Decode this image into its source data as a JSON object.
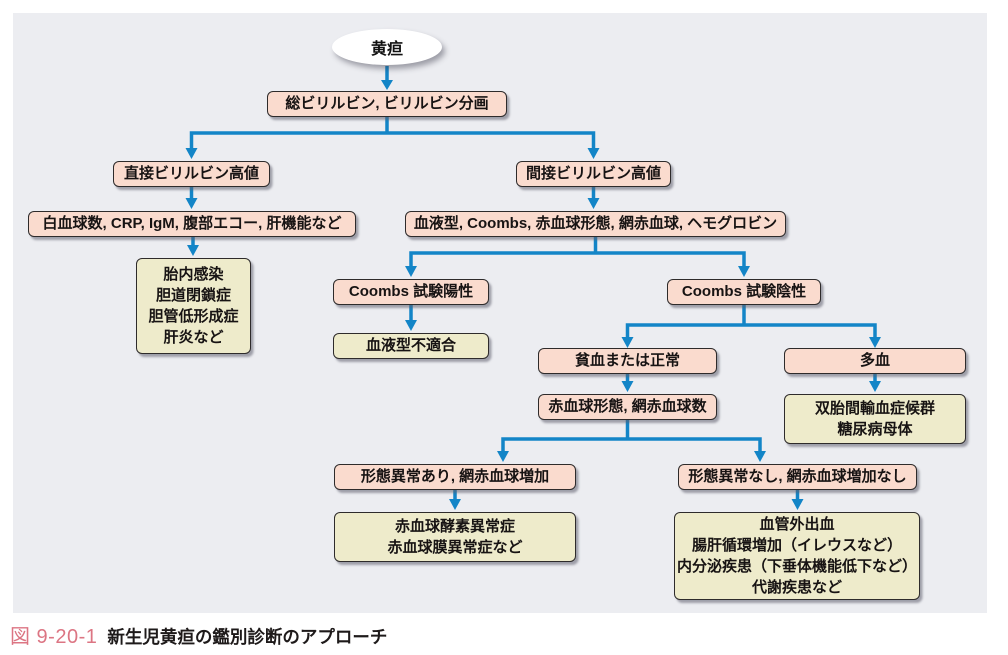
{
  "figure": {
    "label": "図 9-20-1",
    "title": "新生児黄疸の鑑別診断のアプローチ"
  },
  "colors": {
    "panel_bg": "#ecedf1",
    "node_pink": "#fadbce",
    "node_yellow": "#eeebcb",
    "arrow_blue": "#1385c7",
    "border_dark": "#2e2b2b",
    "caption_accent": "#dc7583"
  },
  "nodes": {
    "start": {
      "label": "黄疸"
    },
    "total_bilirubin": {
      "label": "総ビリルビン, ビリルビン分画"
    },
    "direct_high": {
      "label": "直接ビリルビン高値"
    },
    "indirect_high": {
      "label": "間接ビリルビン高値"
    },
    "direct_workup": {
      "label": "白血球数, CRP, IgM, 腹部エコー, 肝機能など"
    },
    "indirect_workup": {
      "label": "血液型, Coombs, 赤血球形態, 網赤血球, ヘモグロビン"
    },
    "direct_causes": {
      "lines": [
        "胎内感染",
        "胆道閉鎖症",
        "胆管低形成症",
        "肝炎など"
      ]
    },
    "coombs_positive": {
      "label": "Coombs 試験陽性"
    },
    "coombs_negative": {
      "label": "Coombs 試験陰性"
    },
    "blood_type_incompatibility": {
      "label": "血液型不適合"
    },
    "anemia_or_normal": {
      "label": "貧血または正常"
    },
    "polycythemia": {
      "label": "多血"
    },
    "rbc_morphology_check": {
      "label": "赤血球形態, 網赤血球数"
    },
    "polycythemia_causes": {
      "lines": [
        "双胎間輸血症候群",
        "糖尿病母体"
      ]
    },
    "morphology_abnormal": {
      "label": "形態異常あり, 網赤血球増加"
    },
    "morphology_normal": {
      "label": "形態異常なし, 網赤血球増加なし"
    },
    "morphology_abnormal_causes": {
      "lines": [
        "赤血球酵素異常症",
        "赤血球膜異常症など"
      ]
    },
    "morphology_normal_causes": {
      "lines": [
        "血管外出血",
        "腸肝循環増加（イレウスなど）",
        "内分泌疾患（下垂体機能低下など）",
        "代謝疾患など"
      ]
    }
  }
}
